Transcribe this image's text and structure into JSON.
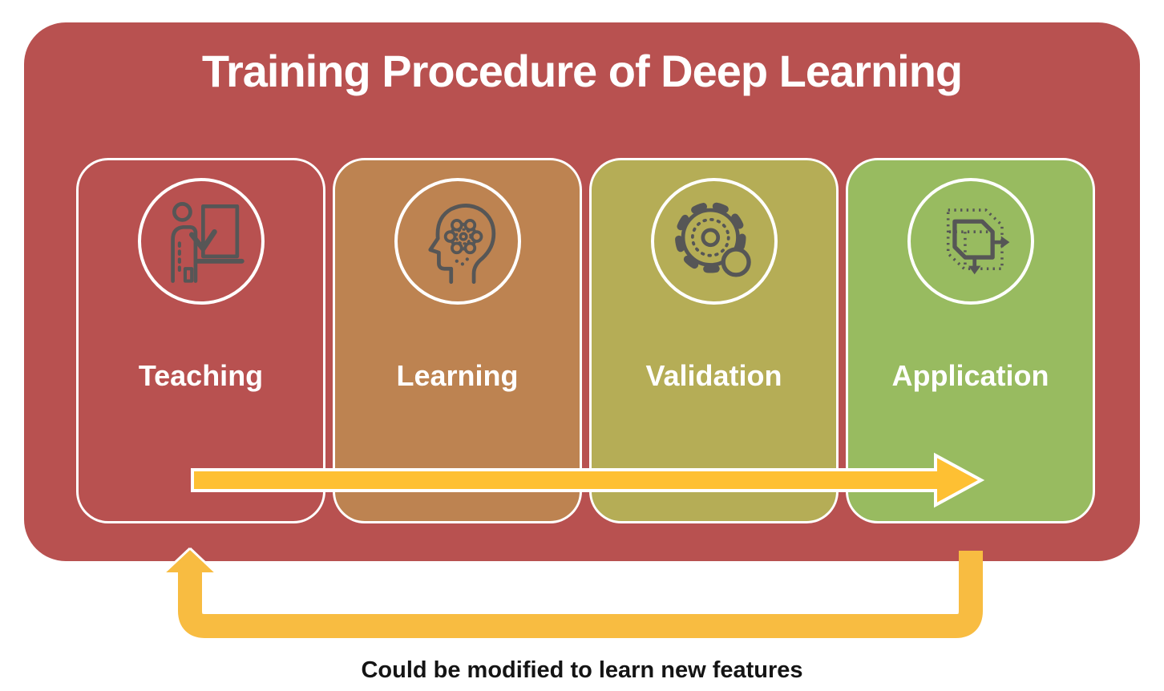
{
  "header": {
    "title": "Training Procedure of Deep Learning"
  },
  "panel": {
    "color": "#b85150"
  },
  "stages": [
    {
      "label": "Teaching",
      "icon": "teacher-presenting-icon",
      "color": "#b85150"
    },
    {
      "label": "Learning",
      "icon": "head-with-gear-icon",
      "color": "#bd8351"
    },
    {
      "label": "Validation",
      "icon": "gears-icon",
      "color": "#b5ad56"
    },
    {
      "label": "Application",
      "icon": "cube-workflow-icon",
      "color": "#98bb60"
    }
  ],
  "arrows": {
    "forward_color": "#fec033",
    "feedback_color": "#f8bc41",
    "outline_color": "#ffffff"
  },
  "footer": {
    "caption": "Could be modified to learn new features"
  }
}
